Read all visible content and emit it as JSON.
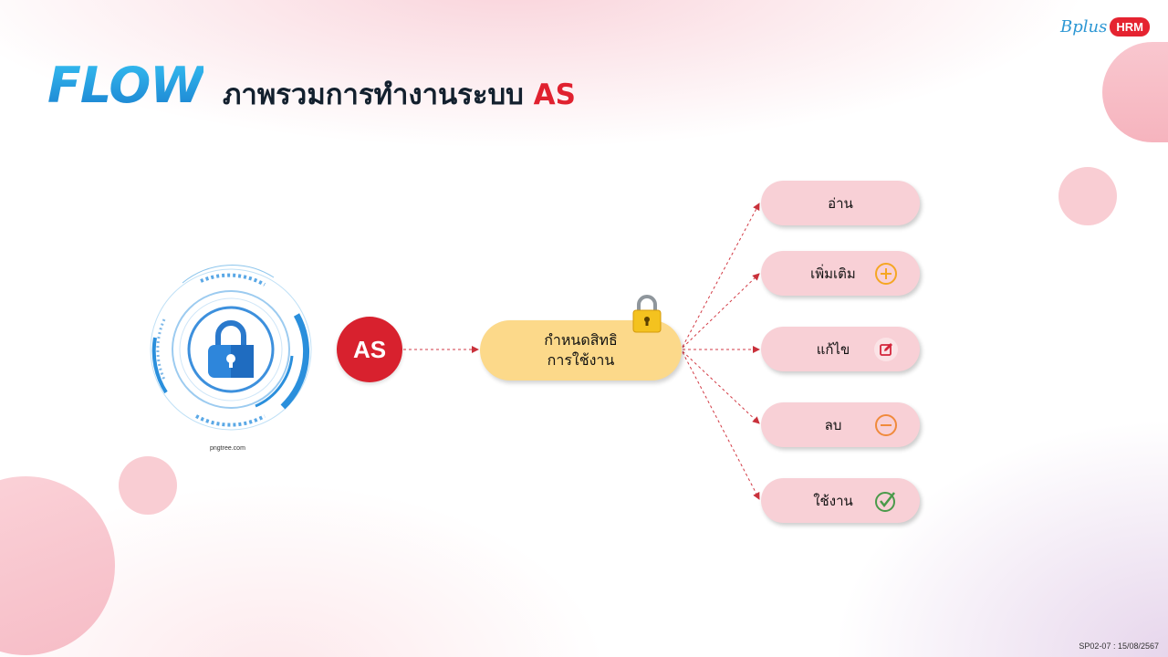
{
  "brand": {
    "script": "Bplus",
    "badge": "HRM"
  },
  "header": {
    "logo": "FLOW",
    "title": "ภาพรวมการทำงานระบบ",
    "title_accent": "AS"
  },
  "diagram": {
    "source_caption": "pngtree.com",
    "as_node": "AS",
    "center_node": {
      "line1": "กำหนดสิทธิ",
      "line2": "การใช้งาน"
    },
    "permissions": [
      {
        "label": "อ่าน",
        "icon": "none"
      },
      {
        "label": "เพิ่มเติม",
        "icon": "plus-circle-icon"
      },
      {
        "label": "แก้ไข",
        "icon": "edit-icon"
      },
      {
        "label": "ลบ",
        "icon": "minus-circle-icon"
      },
      {
        "label": "ใช้งาน",
        "icon": "check-circle-icon"
      }
    ],
    "colors": {
      "as_node": "#d8212e",
      "center_node": "#fcd98a",
      "permission_node": "#f8d0d6",
      "connector": "#d23a44"
    }
  },
  "footer": {
    "code": "SP02-07 : 15/08/2567"
  }
}
